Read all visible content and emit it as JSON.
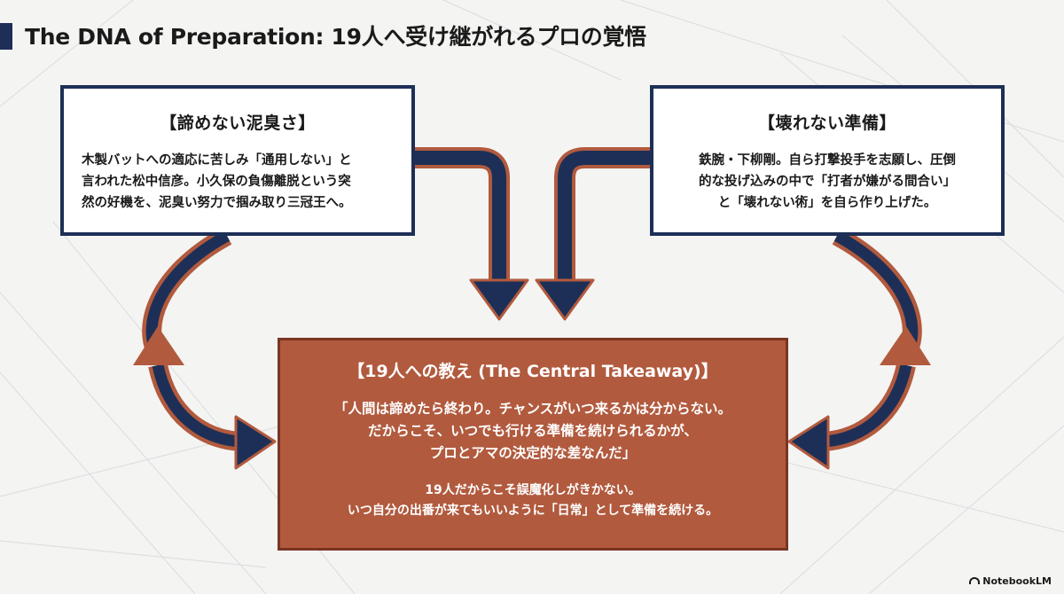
{
  "header": {
    "title": "The DNA of Preparation: 19人へ受け継がれるプロの覚悟"
  },
  "left_card": {
    "heading": "【諦めない泥臭さ】",
    "lines": [
      "木製バットへの適応に苦しみ「通用しない」と",
      "言われた松中信彦。小久保の負傷離脱という突",
      "然の好機を、泥臭い努力で掴み取り三冠王へ。"
    ]
  },
  "right_card": {
    "heading": "【壊れない準備】",
    "lines": [
      "鉄腕・下柳剛。自ら打撃投手を志願し、圧倒",
      "的な投げ込みの中で「打者が嫌がる間合い」",
      "と「壊れない術」を自ら作り上げた。"
    ]
  },
  "center_card": {
    "heading": "【19人への教え (The Central Takeaway)】",
    "quote_lines": [
      "「人間は諦めたら終わり。チャンスがいつ来るかは分からない。",
      "だからこそ、いつでも行ける準備を続けられるかが、",
      "プロとアマの決定的な差なんだ」"
    ],
    "note_lines": [
      "19人だからこそ誤魔化しがきかない。",
      "いつ自分の出番が来てもいいように「日常」として準備を続ける。"
    ]
  },
  "footer": {
    "brand": "NotebookLM"
  },
  "colors": {
    "navy": "#1d2f57",
    "rust": "#b15a3e",
    "rust_dark": "#7a3522"
  }
}
